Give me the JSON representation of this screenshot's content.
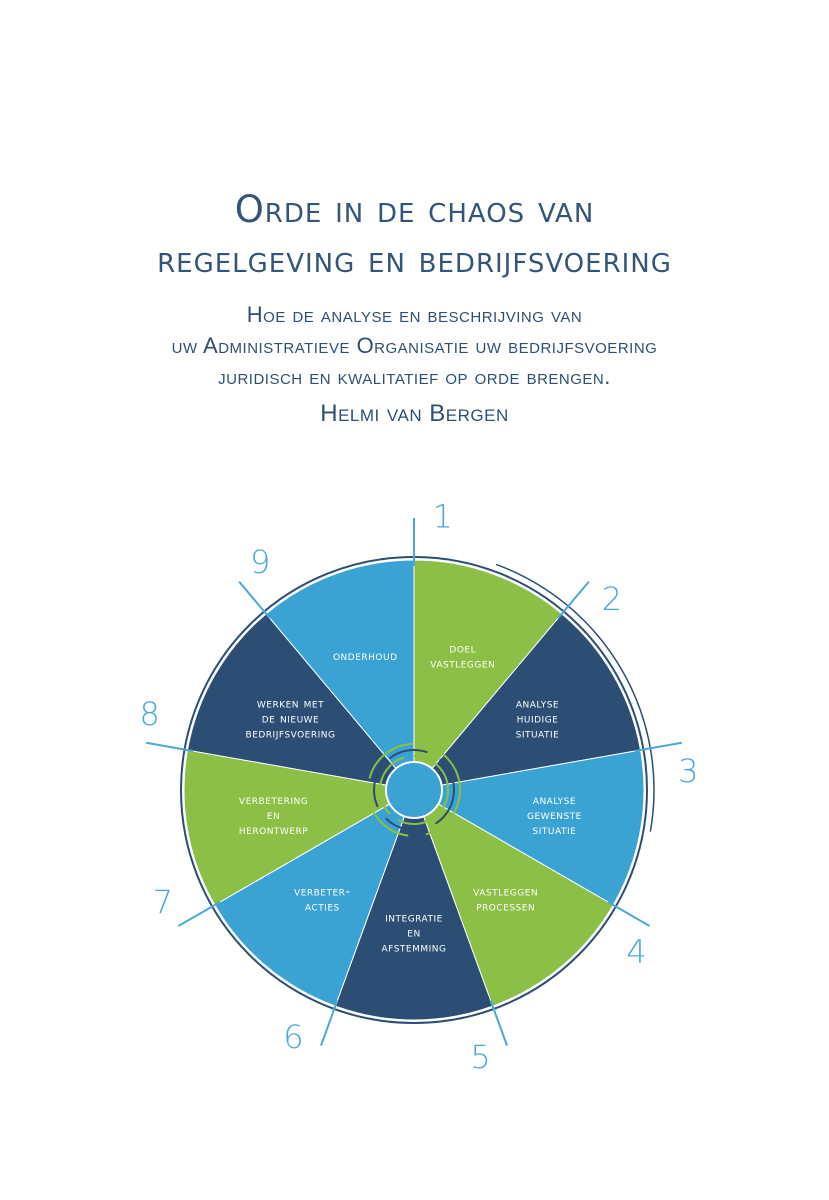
{
  "book": {
    "title_line1": "Orde in de chaos van",
    "title_line2": "regelgeving en bedrijfsvoering",
    "subtitle_line1": "Hoe de analyse en beschrijving van",
    "subtitle_line2": "uw Administratieve Organisatie uw bedrijfsvoering",
    "subtitle_line3": "juridisch en kwalitatief op orde brengen.",
    "author": "Helmi van Bergen"
  },
  "colors": {
    "green": "#8cbf45",
    "dark_blue": "#2c4e75",
    "light_blue": "#3aa3d3",
    "accent": "#4aa8d8"
  },
  "wheel": {
    "segments": [
      {
        "number": "1",
        "lines": [
          "doel",
          "vastleggen"
        ],
        "color": "green"
      },
      {
        "number": "2",
        "lines": [
          "analyse",
          "huidige",
          "situatie"
        ],
        "color": "dark_blue"
      },
      {
        "number": "3",
        "lines": [
          "analyse",
          "gewenste",
          "situatie"
        ],
        "color": "light_blue"
      },
      {
        "number": "4",
        "lines": [
          "vastleggen",
          "processen"
        ],
        "color": "green"
      },
      {
        "number": "5",
        "lines": [
          "integratie",
          "en",
          "afstemming"
        ],
        "color": "dark_blue"
      },
      {
        "number": "6",
        "lines": [
          "verbeter-",
          "acties"
        ],
        "color": "light_blue"
      },
      {
        "number": "7",
        "lines": [
          "verbetering",
          "en",
          "herontwerp"
        ],
        "color": "green"
      },
      {
        "number": "8",
        "lines": [
          "werken met",
          "de nieuwe",
          "bedrijfsvoering"
        ],
        "color": "dark_blue"
      },
      {
        "number": "9",
        "lines": [
          "onderhoud"
        ],
        "color": "light_blue"
      }
    ]
  }
}
